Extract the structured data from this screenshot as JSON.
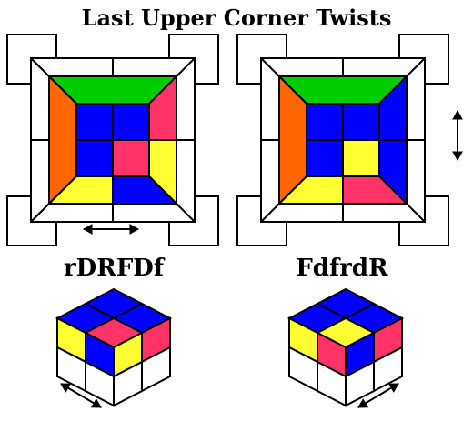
{
  "title": "Last Upper Corner Twists",
  "colors": {
    "green": "#00cc00",
    "blue": "#0000ff",
    "red": "#ff3366",
    "yellow": "#ffff33",
    "orange": "#ff6600",
    "white": "#ffffff",
    "outline": "#000000"
  },
  "diagrams": [
    {
      "name": "left",
      "algorithm": "rDRFDf",
      "arrow": "horizontal",
      "top_edges": {
        "back": "green",
        "right": "red",
        "left": "orange",
        "front": "yellow"
      },
      "top_face": [
        [
          "blue",
          "blue"
        ],
        [
          "blue",
          "red"
        ]
      ],
      "side_stickers": {
        "front_right": "blue",
        "right_front": "yellow"
      },
      "cube3d": {
        "top": [
          "blue",
          "blue",
          "blue",
          "red"
        ],
        "left_side": [
          "yellow",
          "blue"
        ],
        "right_side": [
          "yellow",
          "red"
        ],
        "arrow": "bottom-left"
      }
    },
    {
      "name": "right",
      "algorithm": "FdfrdR",
      "arrow": "vertical",
      "top_edges": {
        "back": "green",
        "right": "blue",
        "left": "orange",
        "front": "yellow"
      },
      "top_face": [
        [
          "blue",
          "blue"
        ],
        [
          "blue",
          "yellow"
        ]
      ],
      "side_stickers": {
        "front_right": "red",
        "right_front": "blue"
      },
      "cube3d": {
        "top": [
          "blue",
          "blue",
          "blue",
          "yellow"
        ],
        "left_side": [
          "yellow",
          "red"
        ],
        "right_side": [
          "blue",
          "red"
        ],
        "arrow": "bottom-right"
      }
    }
  ]
}
